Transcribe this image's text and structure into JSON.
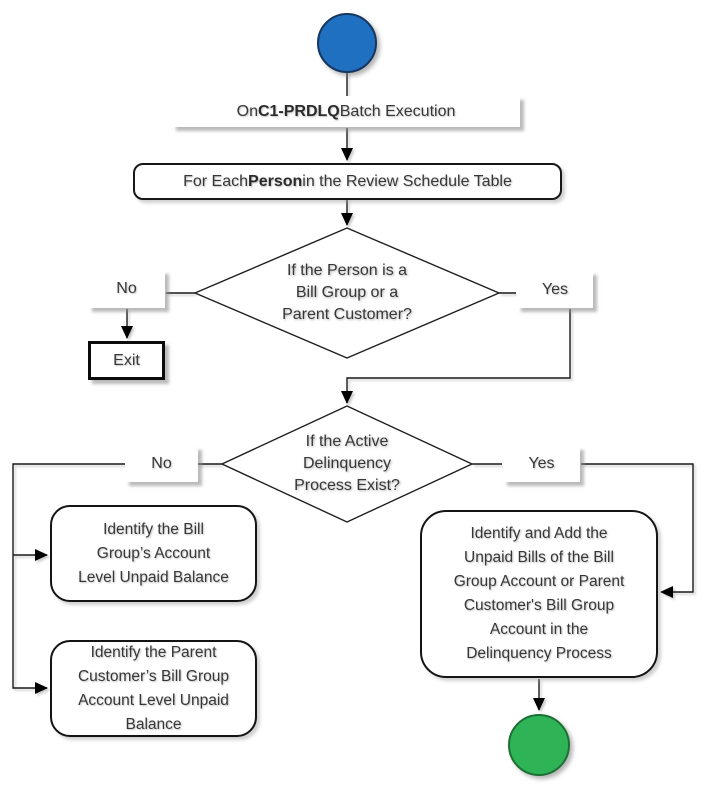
{
  "colors": {
    "start_fill": "#1f70c1",
    "start_stroke": "#17375e",
    "end_fill": "#2eb457",
    "end_stroke": "#1d6f34",
    "line": "#000000"
  },
  "nodes": {
    "batch": {
      "prefix": "On ",
      "bold": "C1-PRDLQ",
      "suffix": " Batch Execution"
    },
    "for_each": {
      "prefix": "For Each ",
      "bold": "Person",
      "suffix": " in the Review Schedule Table"
    },
    "decision_person": {
      "text": "If the Person is a\nBill Group or a\nParent Customer?"
    },
    "exit": {
      "label": "Exit"
    },
    "decision_process": {
      "text": "If the Active\nDelinquency\nProcess Exist?"
    },
    "identify_bill_group": {
      "text": "Identify the Bill\nGroup’s Account\nLevel Unpaid Balance"
    },
    "identify_parent": {
      "text": "Identify the Parent\nCustomer’s Bill Group\nAccount Level Unpaid\nBalance"
    },
    "identify_add": {
      "text": "Identify and Add the\nUnpaid Bills of the Bill\nGroup Account or Parent\nCustomer's Bill Group\nAccount in the\nDelinquency Process"
    }
  },
  "labels": {
    "no_person": "No",
    "yes_person": "Yes",
    "no_process": "No",
    "yes_process": "Yes"
  }
}
